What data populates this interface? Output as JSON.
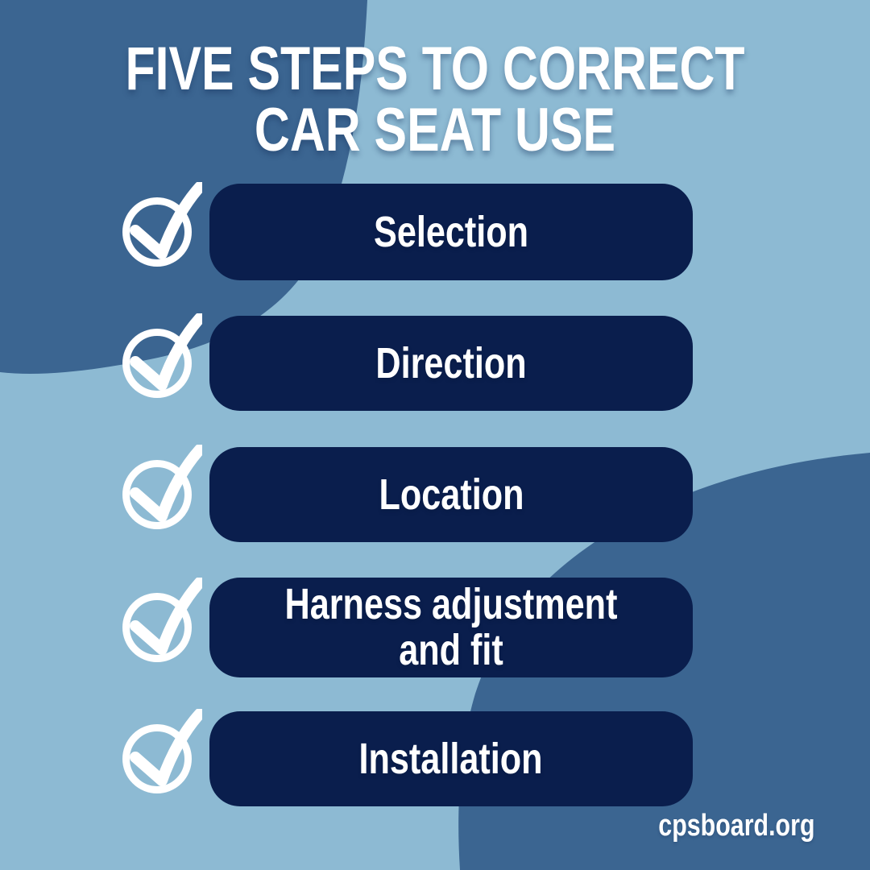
{
  "poster": {
    "title_line1": "FIVE STEPS TO CORRECT",
    "title_line2": "CAR SEAT USE",
    "steps": [
      {
        "label": "Selection"
      },
      {
        "label": "Direction"
      },
      {
        "label": "Location"
      },
      {
        "label": "Harness adjustment and fit"
      },
      {
        "label": "Installation"
      }
    ],
    "website": "cpsboard.org",
    "icon": "check-circle-icon",
    "colors": {
      "background_light_blue": "#8dbad3",
      "blob_medium_blue": "#3b6591",
      "pill_navy": "#0a1e4d",
      "text_white": "#ffffff"
    }
  }
}
